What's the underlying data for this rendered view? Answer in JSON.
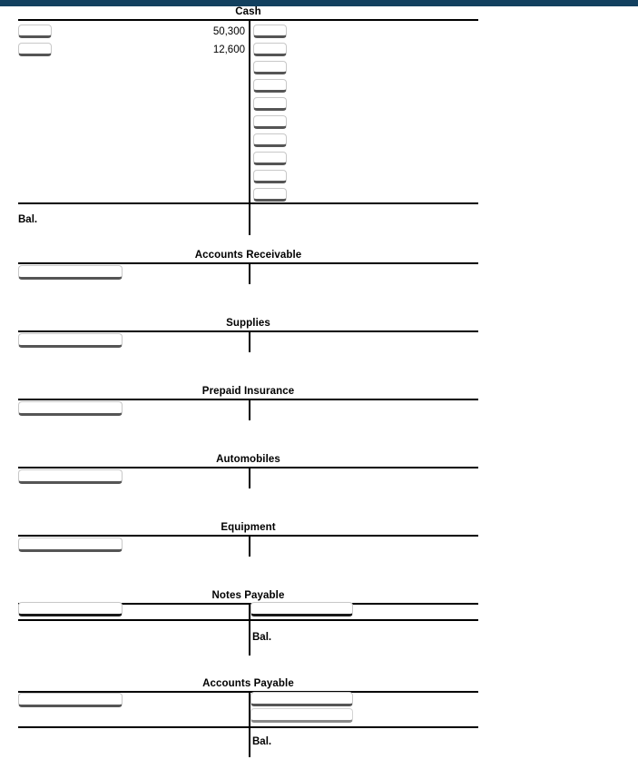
{
  "page": {
    "accent_bar_color": "#12405f",
    "background_color": "#ffffff",
    "rule_color": "#000000"
  },
  "accounts": [
    {
      "id": "cash",
      "title": "Cash",
      "balance_label": "Bal.",
      "debit_entries": [
        {
          "amount": "50,300",
          "has_input": true
        },
        {
          "amount": "12,600",
          "has_input": true
        }
      ],
      "credit_input_count": 10
    },
    {
      "id": "accounts-receivable",
      "title": "Accounts Receivable",
      "balance_label": "",
      "debit_entries": [
        {
          "amount": "",
          "has_input": true
        }
      ],
      "credit_input_count": 0
    },
    {
      "id": "supplies",
      "title": "Supplies",
      "balance_label": "",
      "debit_entries": [
        {
          "amount": "",
          "has_input": true
        }
      ],
      "credit_input_count": 0
    },
    {
      "id": "prepaid-insurance",
      "title": "Prepaid Insurance",
      "balance_label": "",
      "debit_entries": [
        {
          "amount": "",
          "has_input": true
        }
      ],
      "credit_input_count": 0
    },
    {
      "id": "automobiles",
      "title": "Automobiles",
      "balance_label": "",
      "debit_entries": [
        {
          "amount": "",
          "has_input": true
        }
      ],
      "credit_input_count": 0
    },
    {
      "id": "equipment",
      "title": "Equipment",
      "balance_label": "",
      "debit_entries": [
        {
          "amount": "",
          "has_input": true
        }
      ],
      "credit_input_count": 0
    },
    {
      "id": "notes-payable",
      "title": "Notes Payable",
      "balance_label": "Bal.",
      "debit_entries": [
        {
          "amount": "",
          "has_input": true
        }
      ],
      "credit_input_count": 1
    },
    {
      "id": "accounts-payable",
      "title": "Accounts Payable",
      "balance_label": "Bal.",
      "debit_entries": [
        {
          "amount": "",
          "has_input": true
        }
      ],
      "credit_input_count": 2
    }
  ]
}
